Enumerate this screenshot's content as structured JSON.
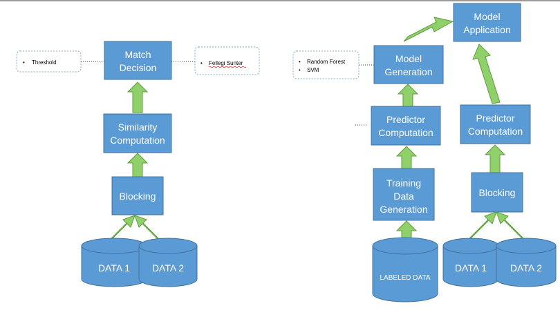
{
  "left_flow": {
    "match_decision": [
      "Match",
      "Decision"
    ],
    "similarity": [
      "Similarity",
      "Computation"
    ],
    "blocking": "Blocking",
    "data1": "DATA 1",
    "data2": "DATA 2",
    "note_threshold": "Threshold",
    "note_fellegi": "Fellegi Sunter"
  },
  "right_flow": {
    "model_application": [
      "Model",
      "Application"
    ],
    "model_generation": [
      "Model",
      "Generation"
    ],
    "predictor_left": [
      "Predictor",
      "Computation"
    ],
    "predictor_right": [
      "Predictor",
      "Computation"
    ],
    "training": [
      "Training",
      "Data",
      "Generation"
    ],
    "blocking": "Blocking",
    "labeled_data": "LABELED DATA",
    "data1": "DATA 1",
    "data2": "DATA 2",
    "note_methods": [
      "Random Forest",
      "SVM"
    ]
  },
  "colors": {
    "box_fill": "#5b9bd5",
    "arrow_fill": "#8fd06a",
    "text": "#ffffff"
  }
}
